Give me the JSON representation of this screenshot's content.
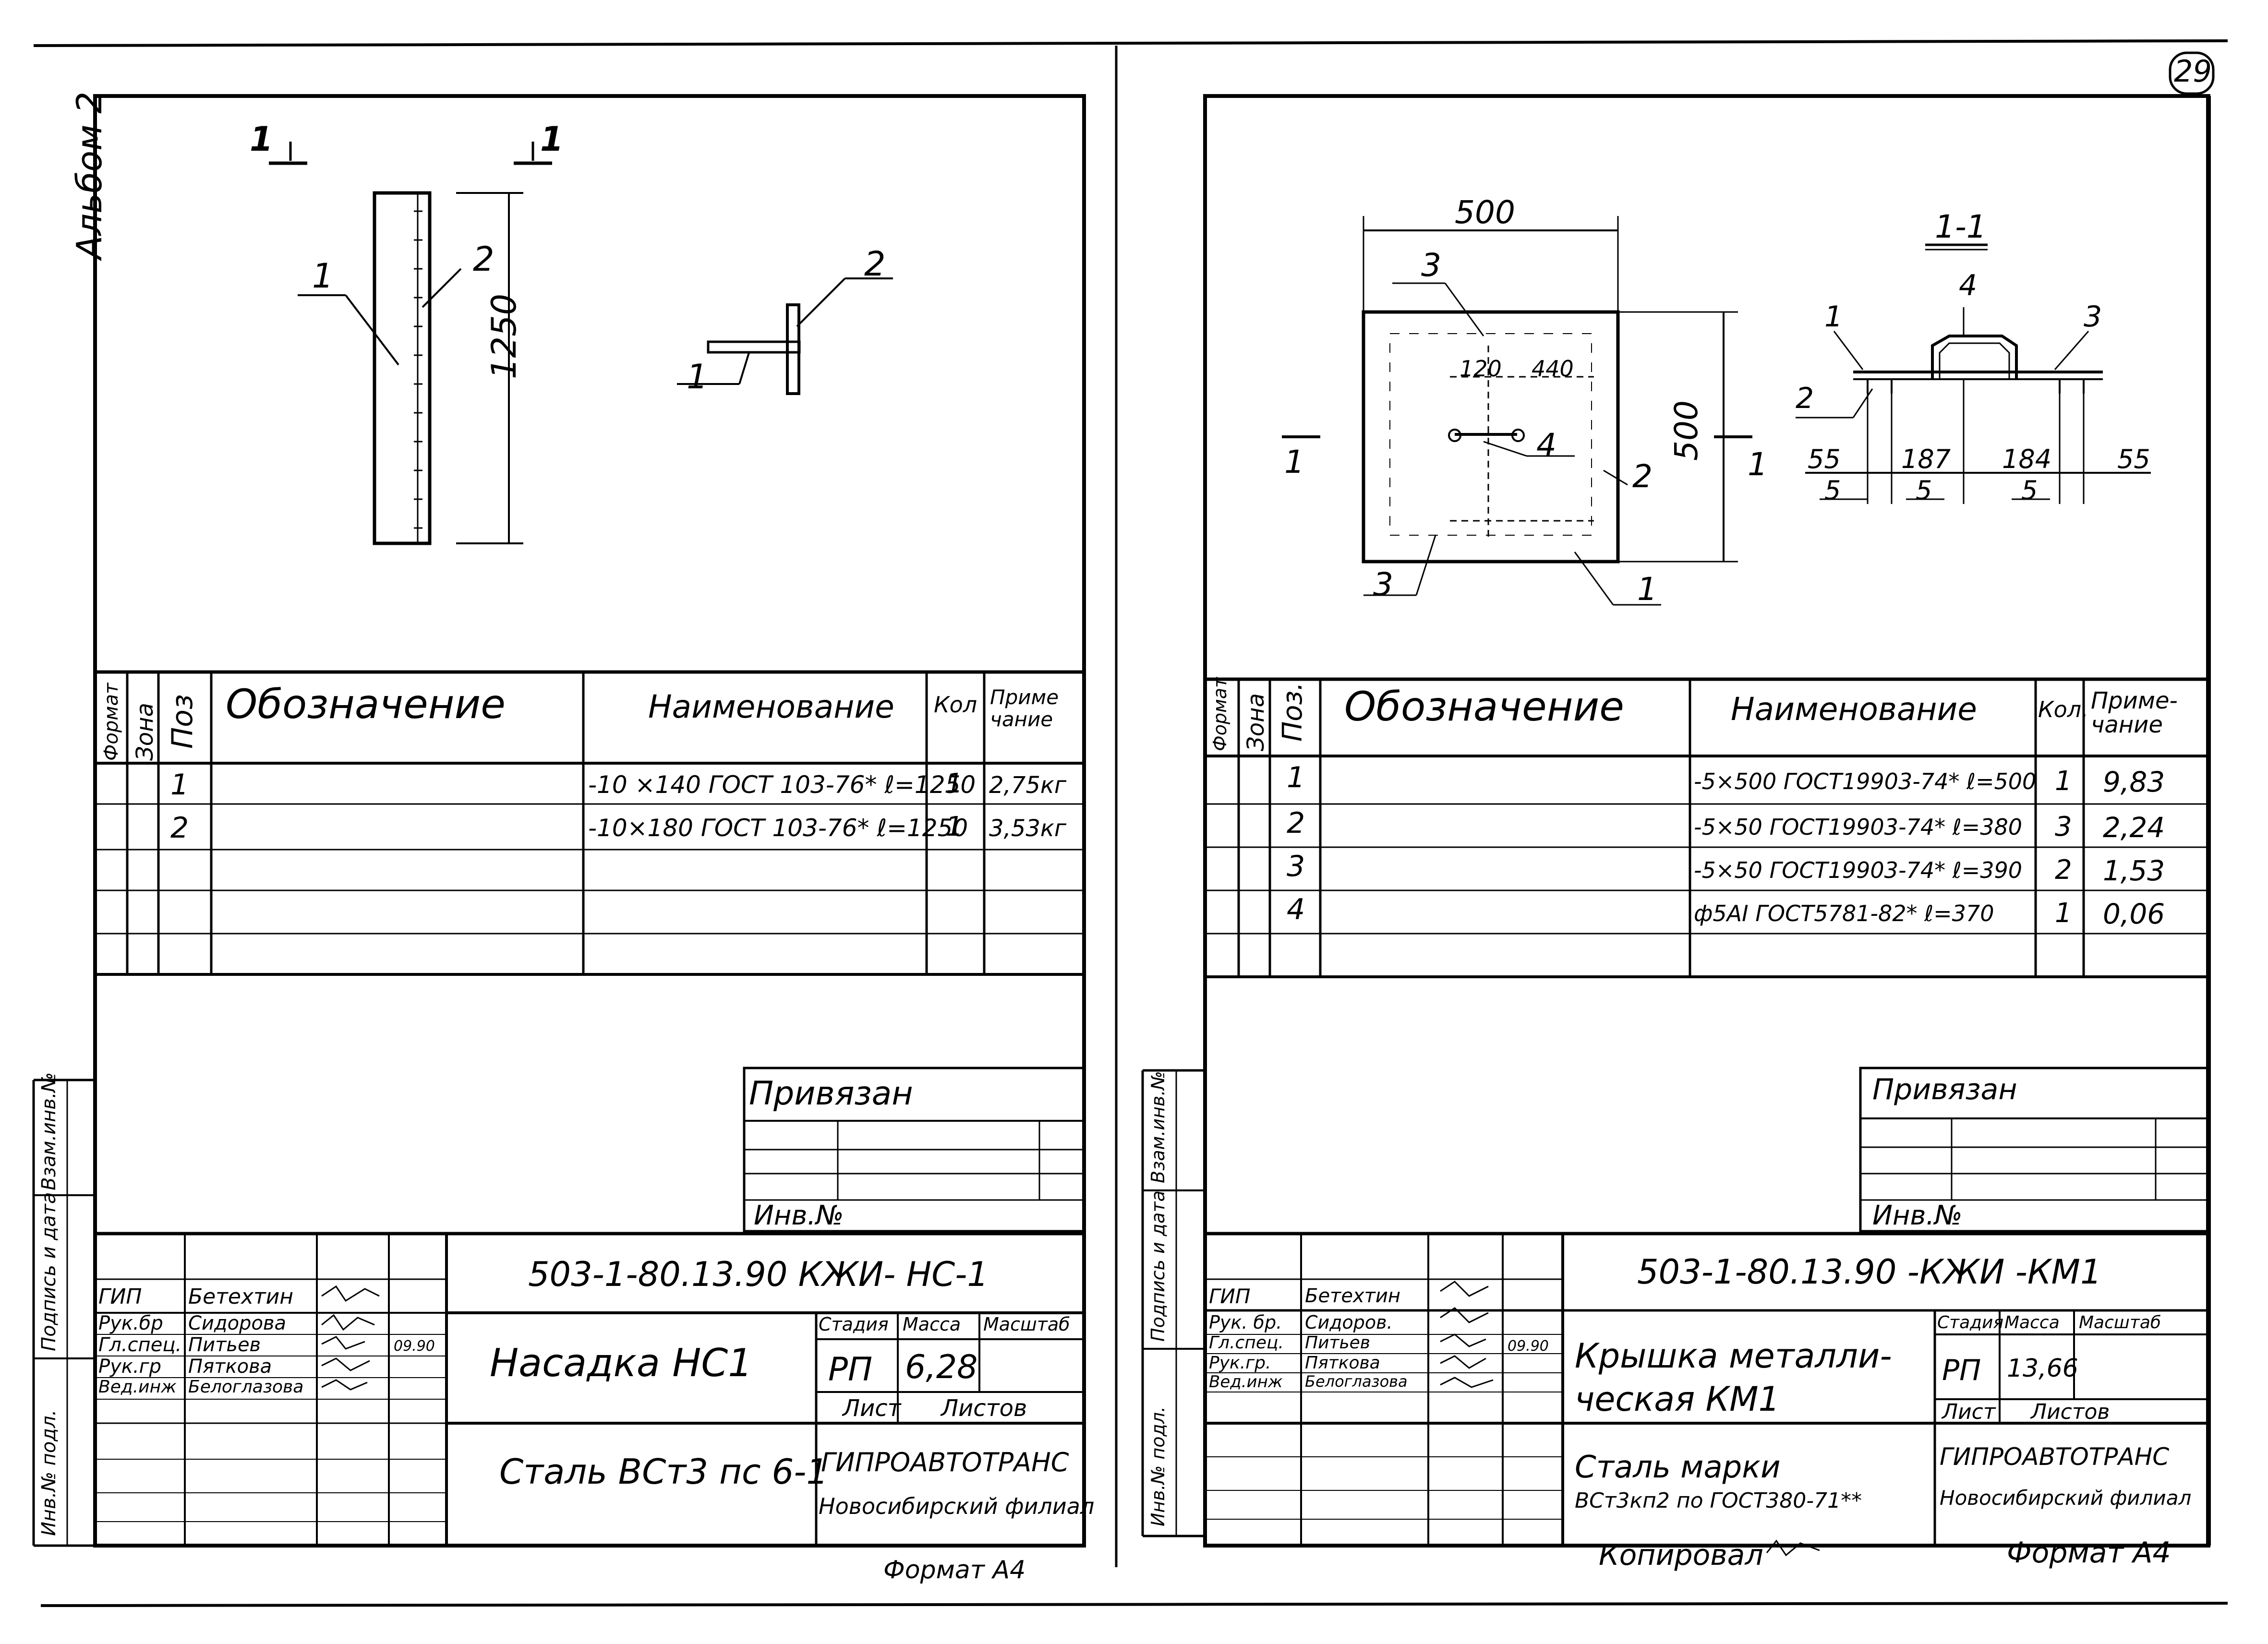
{
  "page_number": "29",
  "album_label": "Альбом 2",
  "left_sheet": {
    "section_mark_left": "1",
    "section_mark_right": "1",
    "plate_callouts": [
      "1",
      "2"
    ],
    "dim_height": "1250",
    "side_view_callouts": [
      "2",
      "1"
    ],
    "table_headers": {
      "format": "Формат",
      "zone": "Зона",
      "pos": "Поз",
      "designation": "Обозначение",
      "name": "Наименование",
      "qty": "Кол",
      "note": "Приме чание"
    },
    "rows": [
      {
        "pos": "1",
        "name": "-10 ×140 ГОСТ 103-76* ℓ=1250",
        "qty": "1",
        "note": "2,75кг"
      },
      {
        "pos": "2",
        "name": "-10×180 ГОСТ 103-76* ℓ=1250",
        "qty": "1",
        "note": "3,53кг"
      }
    ],
    "privyazan": "Привязан",
    "inv_no": "Инв.№",
    "stamp": {
      "code": "503-1-80.13.90 КЖИ- НС-1",
      "title": "Насадка НС1",
      "stage_label": "Стадия",
      "mass_label": "Масса",
      "scale_label": "Масштаб",
      "stage": "РП",
      "mass": "6,28",
      "sheet_label": "Лист",
      "sheets_label": "Листов",
      "material": "Сталь ВСт3 пс 6-1",
      "org": "ГИПРОАВТОТРАНС",
      "branch": "Новосибирский филиал",
      "roles": [
        "ГИП",
        "Рук.бр",
        "Гл.спец.",
        "Рук.гр",
        "Вед.инж"
      ],
      "names": [
        "Бетехтин",
        "Сидорова",
        "Питьев",
        "Пяткова",
        "Белоглазова"
      ],
      "date": "09.90"
    },
    "format": "Формат А4",
    "side_stamp": [
      "Инв.№ подл.",
      "Подпись и дата",
      "Взам.инв.№"
    ]
  },
  "right_sheet": {
    "dim_width": "500",
    "dim_height": "500",
    "dim_120": "120",
    "dim_440": "440",
    "section_mark": "1",
    "plan_callouts": [
      "3",
      "4",
      "2",
      "3",
      "1"
    ],
    "section_title": "1-1",
    "section_callouts": [
      "4",
      "1",
      "3",
      "2"
    ],
    "section_dims": [
      "55",
      "187",
      "184",
      "55"
    ],
    "section_dims_5": [
      "5",
      "5",
      "5"
    ],
    "table_headers": {
      "format": "Формат",
      "zone": "Зона",
      "pos": "Поз.",
      "designation": "Обозначение",
      "name": "Наименование",
      "qty": "Кол.",
      "note": "Приме- чание"
    },
    "rows": [
      {
        "pos": "1",
        "name": "-5×500 ГОСТ19903-74* ℓ=500",
        "qty": "1",
        "note": "9,83"
      },
      {
        "pos": "2",
        "name": "-5×50 ГОСТ19903-74* ℓ=380",
        "qty": "3",
        "note": "2,24"
      },
      {
        "pos": "3",
        "name": "-5×50 ГОСТ19903-74* ℓ=390",
        "qty": "2",
        "note": "1,53"
      },
      {
        "pos": "4",
        "name": "ф5АI ГОСТ5781-82* ℓ=370",
        "qty": "1",
        "note": "0,06"
      }
    ],
    "privyazan": "Привязан",
    "inv_no": "Инв.№",
    "stamp": {
      "code": "503-1-80.13.90 -КЖИ -КМ1",
      "title_line1": "Крышка металли-",
      "title_line2": "ческая КМ1",
      "stage_label": "Стадия",
      "mass_label": "Масса",
      "scale_label": "Масштаб",
      "stage": "РП",
      "mass": "13,66",
      "sheet_label": "Лист",
      "sheets_label": "Листов",
      "material_line1": "Сталь марки",
      "material_line2": "ВСт3кп2 по ГОСТ380-71**",
      "org": "ГИПРОАВТОТРАНС",
      "branch": "Новосибирский филиал",
      "roles": [
        "ГИП",
        "Рук. бр.",
        "Гл.спец.",
        "Рук.гр.",
        "Вед.инж"
      ],
      "names": [
        "Бетехтин",
        "Сидоров.",
        "Питьев",
        "Пяткова",
        "Белоглазова"
      ],
      "date": "09.90"
    },
    "copied": "Копировал",
    "format": "Формат А4",
    "side_stamp": [
      "Инв.№ подл.",
      "Подпись и дата",
      "Взам.инв.№"
    ]
  }
}
